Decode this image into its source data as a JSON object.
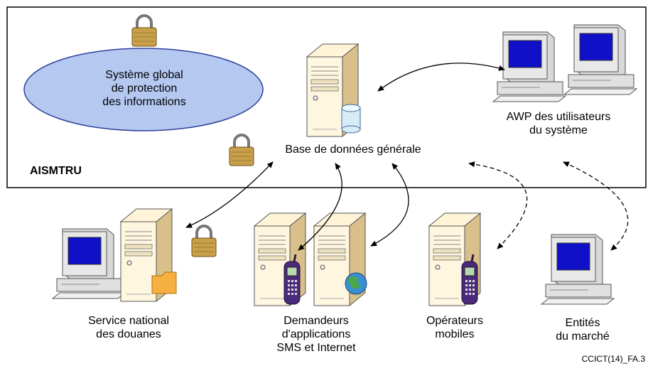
{
  "system_label": "AISMTRU",
  "protection": [
    "Système global",
    "de protection",
    "des informations"
  ],
  "central_db": "Base de données générale",
  "awp": [
    "AWP des utilisateurs",
    "du système"
  ],
  "customs": [
    "Service national",
    "des douanes"
  ],
  "applicants": [
    "Demandeurs",
    "d'applications",
    "SMS et Internet"
  ],
  "operators": [
    "Opérateurs",
    "mobiles"
  ],
  "market": [
    "Entités",
    "du marché"
  ],
  "figure_ref": "CCICT(14)_FA.3",
  "colors": {
    "ellipse_fill": "#b4c8f0",
    "ellipse_stroke": "#30409a",
    "server_light": "#fff4d8",
    "server_dark": "#d9c08a",
    "screen": "#1010c8",
    "padlock_body": "#c8a04a",
    "folder": "#f5b040",
    "globe": "#3a8fd0",
    "phone": "#4a2a7a"
  }
}
